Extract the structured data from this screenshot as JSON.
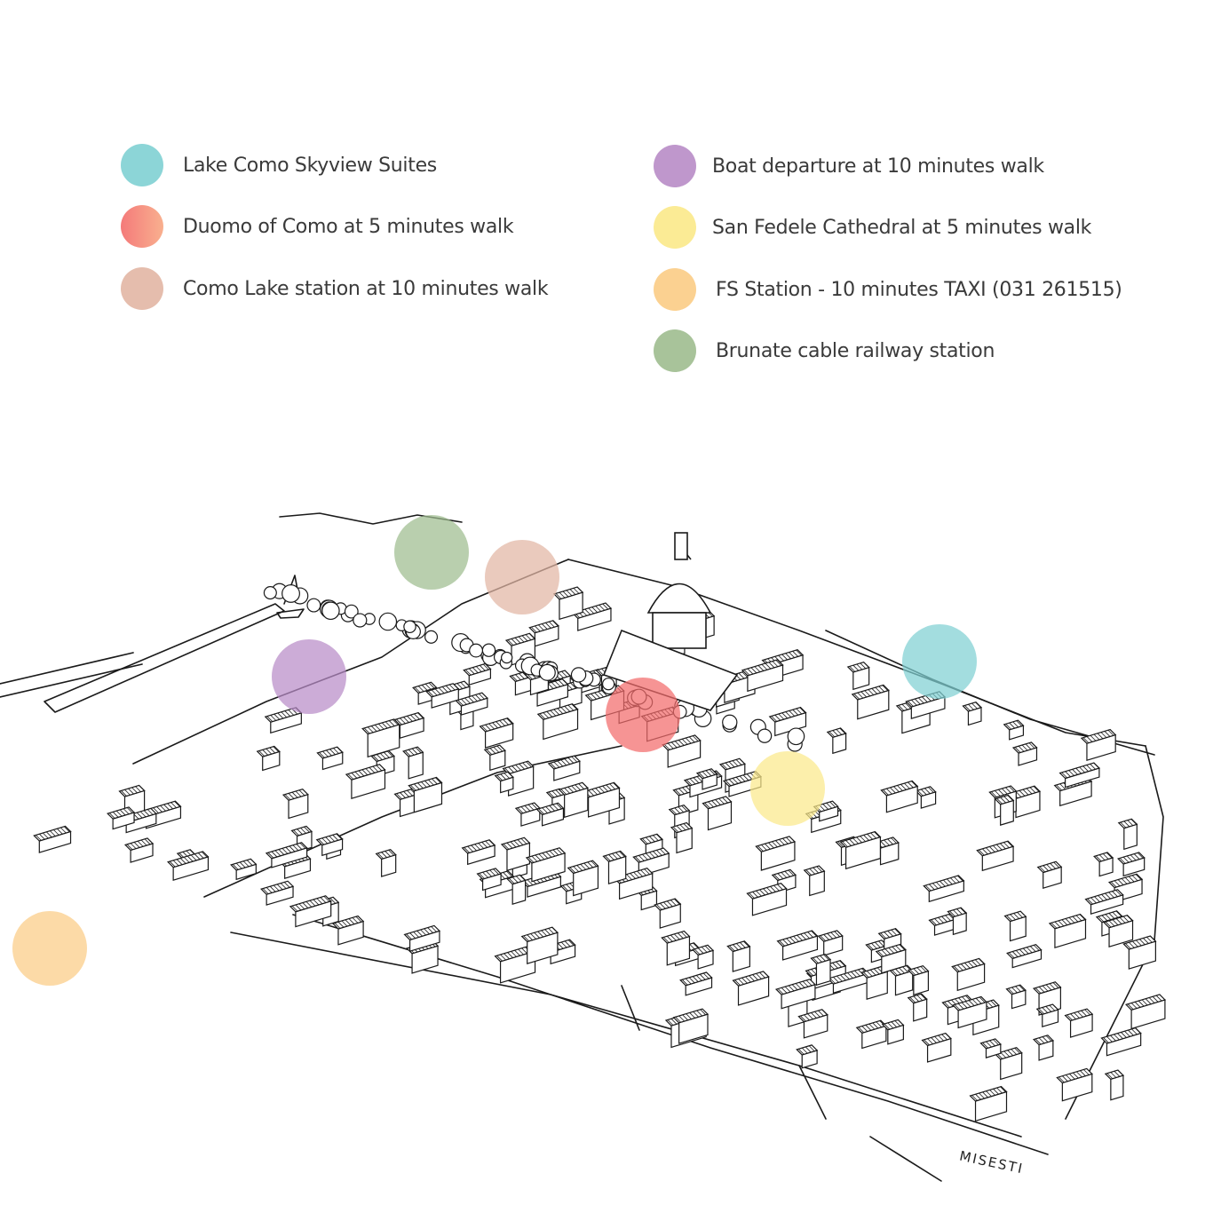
{
  "colors": {
    "teal": "#7fd0d3",
    "red": "#f4766a",
    "salmon": "#e2b6a4",
    "purple": "#b88cc7",
    "yellow": "#fbe98a",
    "orange": "#fbcc85",
    "green": "#9ebc8f"
  },
  "legend": [
    {
      "label": "Lake Como Skyview Suites",
      "color": "teal"
    },
    {
      "label": "Duomo of Como at 5 minutes walk",
      "color": "red"
    },
    {
      "label": "Como Lake station at 10 minutes walk",
      "color": "salmon"
    },
    {
      "label": "Boat departure at 10 minutes walk",
      "color": "purple"
    },
    {
      "label": "San Fedele Cathedral at 5 minutes walk",
      "color": "yellow"
    },
    {
      "label": "FS Station - 10 minutes TAXI (031 261515)",
      "color": "orange"
    },
    {
      "label": "Brunate cable railway station",
      "color": "green"
    }
  ],
  "map": {
    "signature": "MISESTI"
  }
}
